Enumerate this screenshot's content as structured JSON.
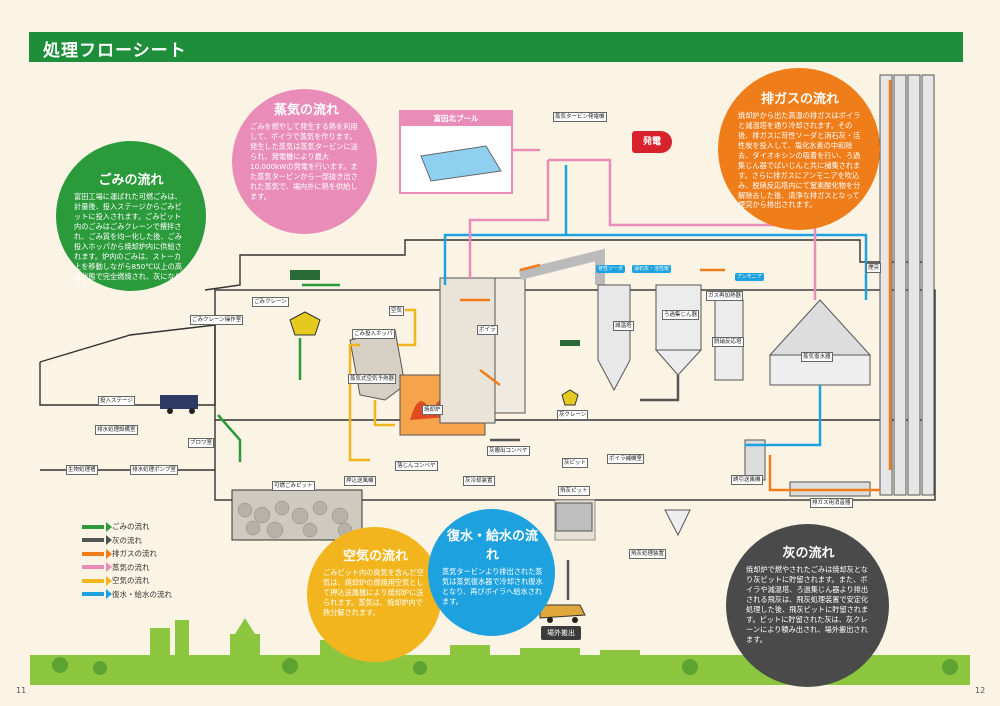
{
  "header": {
    "title": "処理フローシート"
  },
  "bubbles": {
    "garbage": {
      "title": "ごみの流れ",
      "text": "富田工場に運ばれた可燃ごみは、計量後、投入ステージからごみピットに投入されます。ごみピット内のごみはごみクレーンで攪拌され、ごみ質を均一化した後、ごみ投入ホッパから焼却炉内に供給されます。炉内のごみは、ストーカ上を移動しながら850℃以上の高温状態で完全燃焼され、灰になります。"
    },
    "steam": {
      "title": "蒸気の流れ",
      "text": "ごみを燃やして発生する熱を利用して、ボイラで蒸気を作ります。発生した蒸気は蒸気タービンに送られ、発電機により最大10,000kWの発電を行います。また蒸気タービンから一部抜き出された蒸気で、場内外に熱を供給します。"
    },
    "exhaust": {
      "title": "排ガスの流れ",
      "text": "焼却炉から出た高温の排ガスはボイラと減温塔を通り冷却されます。その後、排ガスに苛性ソーダと消石灰・活性炭を投入して、塩化水素の中和除去、ダイオキシンの吸着を行い、ろ過集じん器でばいじんと共に捕集されます。さらに排ガスにアンモニアを吹込み、脱硝反応塔内にて窒素酸化物を分解除去した後、清浄な排ガスとなって煙突から排出されます。"
    },
    "air": {
      "title": "空気の流れ",
      "text": "ごみピット内の臭気を含んだ空気は、焼却炉の燃焼用空気として押込送風機により焼却炉に送られます。蒸気は、焼却炉内で熱分解されます。"
    },
    "water": {
      "title": "復水・給水の流れ",
      "text": "蒸気タービンより排出された蒸気は蒸気復水器で冷却され復水となり、再びボイラへ給水されます。"
    },
    "ash": {
      "title": "灰の流れ",
      "text": "焼却炉で燃やされたごみは焼却灰となり灰ピットに貯留されます。また、ボイラや減温塔、ろ過集じん器より排出される飛灰は、飛灰処理装置で安定化処理した後、飛灰ピットに貯留されます。ピットに貯留された灰は、灰クレーンにより積み出され、場外搬出されます。"
    }
  },
  "legend": [
    {
      "label": "ごみの流れ",
      "color": "#2a9a3b"
    },
    {
      "label": "灰の流れ",
      "color": "#555555"
    },
    {
      "label": "排ガスの流れ",
      "color": "#ef7d1a"
    },
    {
      "label": "蒸気の流れ",
      "color": "#e98db8"
    },
    {
      "label": "空気の流れ",
      "color": "#f2b51d"
    },
    {
      "label": "復水・給水の流れ",
      "color": "#1da2df"
    }
  ],
  "labels": {
    "crane_room": "ごみクレーン操作室",
    "crane": "ごみクレーン",
    "stage": "投入ステージ",
    "drain_room": "排水処理設備室",
    "blower_room": "ブロワ室",
    "bio": "生物処理槽",
    "pump_room": "排水処理ポンプ室",
    "pit": "可燃ごみピット",
    "air_preheater": "蒸気式空気予熱器",
    "hopper": "ごみ投入ホッパ",
    "air": "空気",
    "furnace": "焼却炉",
    "fd_fan": "押込送風機",
    "conveyor1": "落じんコンベヤ",
    "ash_hopper": "灰冷却装置",
    "conveyor2": "灰搬出コンベヤ",
    "boiler": "ボイラ",
    "ash_crane": "灰クレーン",
    "ash_pit": "灰ピット",
    "fly_ash_pit": "飛灰ピット",
    "cooling_tower": "減温塔",
    "water_dev": "ボイラ補機室",
    "bag_filter": "ろ過集じん器",
    "gas_heater": "ガス再加熱器",
    "denox": "脱硝反応塔",
    "condenser": "蒸気復水器",
    "id_fan": "誘引送風機",
    "gas_cooler": "排ガス用消音器",
    "stack": "煙突",
    "fly_ash_dev": "飛灰処理装置",
    "turbine": "蒸気タービン発電機",
    "pool": "富田北プール",
    "power": "発電",
    "shipping": "場外搬出",
    "naoh": "苛性ソーダ",
    "lime": "消石灰・活性炭",
    "ammonia": "アンモニア"
  },
  "pages": {
    "left": "11",
    "right": "12"
  }
}
